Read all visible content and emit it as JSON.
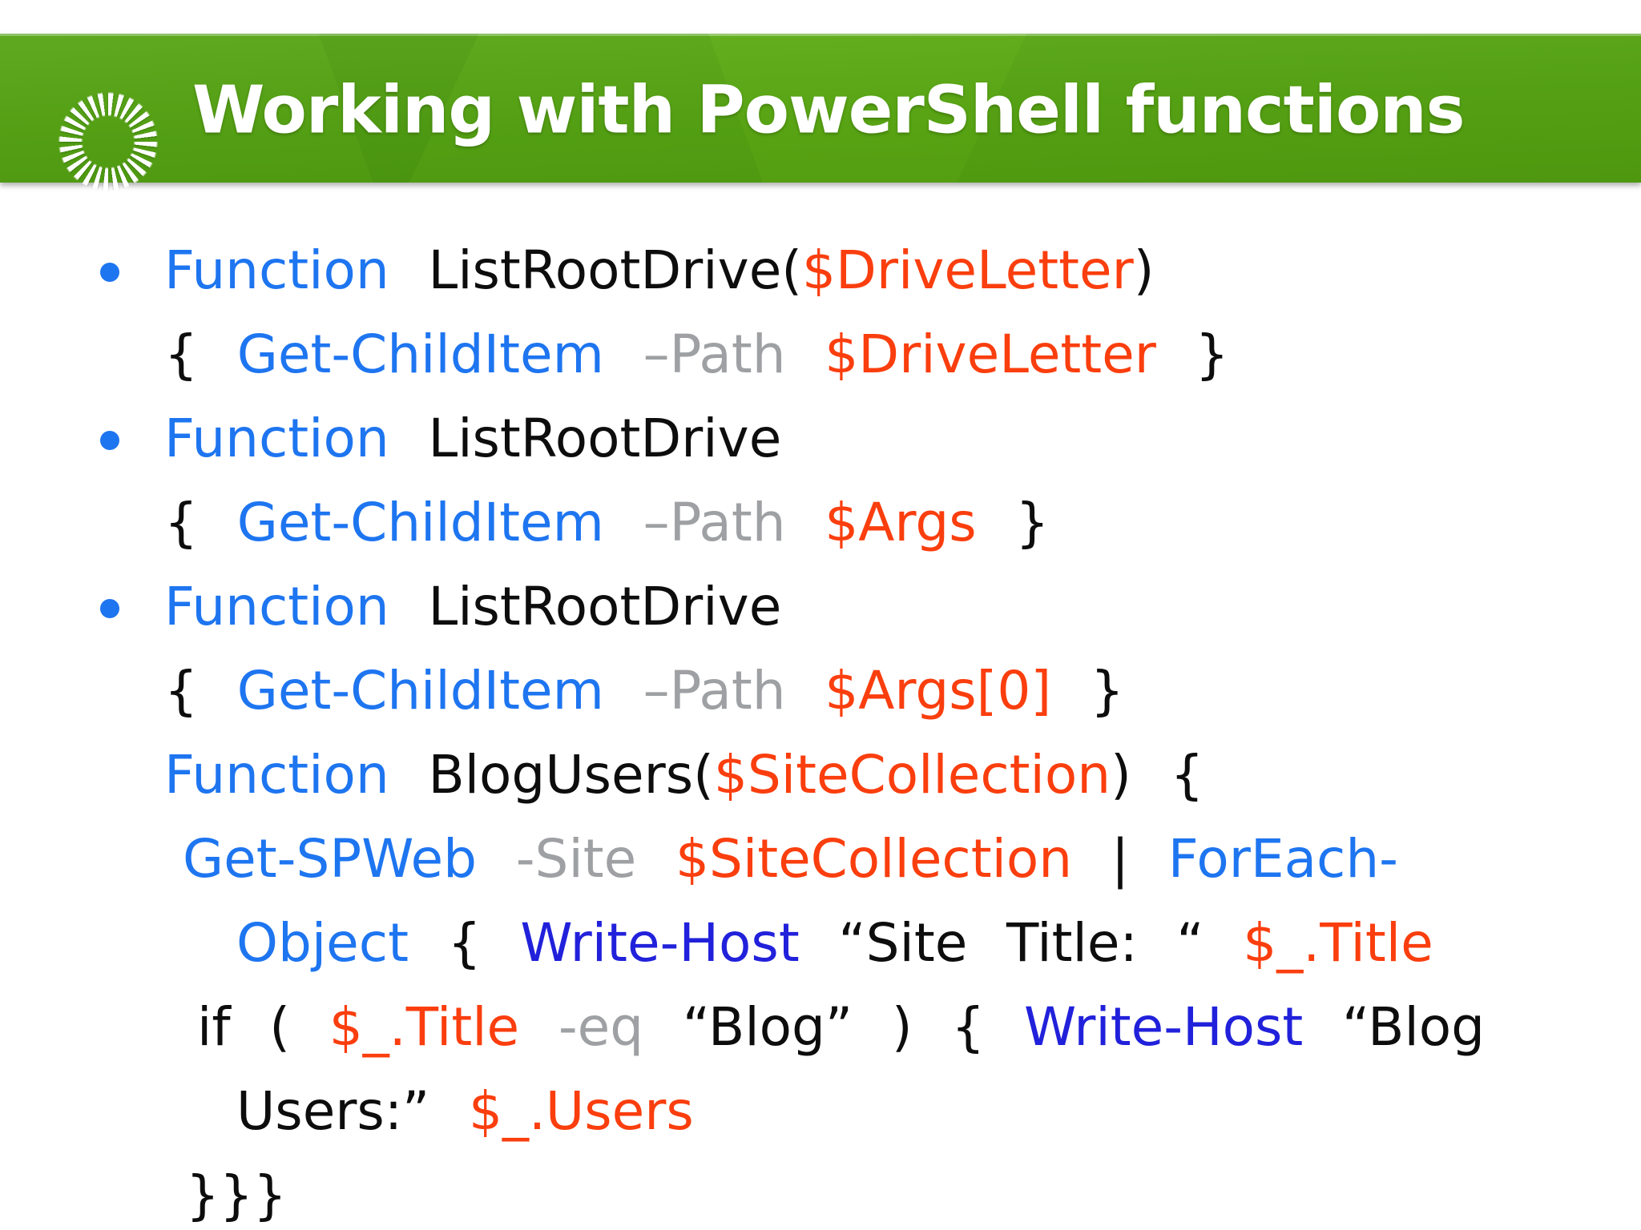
{
  "header": {
    "title": "Working with PowerShell functions",
    "logo_icon": "sunburst-icon",
    "bg_color": "#58a414"
  },
  "colors": {
    "keyword_blue": "#1e75f0",
    "plain_black": "#0d0d0d",
    "variable_orange": "#fa3e0e",
    "parameter_gray": "#9ea0a3",
    "cmdlet_blue": "#2121db",
    "header_green": "#58a414",
    "title_white": "#ffffff"
  },
  "code_lines": [
    {
      "bullet": true,
      "indent": "a",
      "segments": [
        {
          "text": "Function ",
          "style": "keyword"
        },
        {
          "text": "ListRootDrive(",
          "style": "plain"
        },
        {
          "text": "$DriveLetter",
          "style": "variable"
        },
        {
          "text": ")",
          "style": "plain"
        }
      ]
    },
    {
      "bullet": false,
      "indent": "a",
      "segments": [
        {
          "text": "{ ",
          "style": "plain"
        },
        {
          "text": "Get-ChildItem ",
          "style": "keyword"
        },
        {
          "text": "–Path ",
          "style": "param"
        },
        {
          "text": "$DriveLetter ",
          "style": "variable"
        },
        {
          "text": "}",
          "style": "plain"
        }
      ]
    },
    {
      "bullet": true,
      "indent": "a",
      "segments": [
        {
          "text": "Function ",
          "style": "keyword"
        },
        {
          "text": "ListRootDrive",
          "style": "plain"
        }
      ]
    },
    {
      "bullet": false,
      "indent": "a",
      "segments": [
        {
          "text": "{ ",
          "style": "plain"
        },
        {
          "text": "Get-ChildItem ",
          "style": "keyword"
        },
        {
          "text": "–Path ",
          "style": "param"
        },
        {
          "text": "$Args ",
          "style": "variable"
        },
        {
          "text": "}",
          "style": "plain"
        }
      ]
    },
    {
      "bullet": true,
      "indent": "a",
      "segments": [
        {
          "text": "Function ",
          "style": "keyword"
        },
        {
          "text": "ListRootDrive",
          "style": "plain"
        }
      ]
    },
    {
      "bullet": false,
      "indent": "a",
      "segments": [
        {
          "text": "{ ",
          "style": "plain"
        },
        {
          "text": "Get-ChildItem ",
          "style": "keyword"
        },
        {
          "text": "–Path ",
          "style": "param"
        },
        {
          "text": "$Args[0] ",
          "style": "variable"
        },
        {
          "text": "}",
          "style": "plain"
        }
      ]
    },
    {
      "bullet": false,
      "indent": "a",
      "segments": [
        {
          "text": "Function ",
          "style": "keyword"
        },
        {
          "text": "BlogUsers(",
          "style": "plain"
        },
        {
          "text": "$SiteCollection",
          "style": "variable"
        },
        {
          "text": ") {",
          "style": "plain"
        }
      ]
    },
    {
      "bullet": false,
      "indent": "b",
      "segments": [
        {
          "text": "Get-SPWeb ",
          "style": "keyword"
        },
        {
          "text": "-Site ",
          "style": "param"
        },
        {
          "text": "$SiteCollection ",
          "style": "variable"
        },
        {
          "text": "| ",
          "style": "plain"
        },
        {
          "text": "ForEach-",
          "style": "keyword"
        }
      ]
    },
    {
      "bullet": false,
      "indent": "d",
      "segments": [
        {
          "text": "Object ",
          "style": "keyword"
        },
        {
          "text": "{ ",
          "style": "plain"
        },
        {
          "text": "Write-Host ",
          "style": "cmdlet"
        },
        {
          "text": "“Site Title: “ ",
          "style": "plain"
        },
        {
          "text": "$_.Title",
          "style": "variable"
        }
      ]
    },
    {
      "bullet": false,
      "indent": "c",
      "segments": [
        {
          "text": "if ( ",
          "style": "plain"
        },
        {
          "text": "$_.Title ",
          "style": "variable"
        },
        {
          "text": "-eq ",
          "style": "param"
        },
        {
          "text": "“Blog” ) { ",
          "style": "plain"
        },
        {
          "text": "Write-Host ",
          "style": "cmdlet"
        },
        {
          "text": "“Blog",
          "style": "plain"
        }
      ]
    },
    {
      "bullet": false,
      "indent": "d",
      "segments": [
        {
          "text": "Users:” ",
          "style": "plain"
        },
        {
          "text": "$_.Users",
          "style": "variable"
        }
      ]
    },
    {
      "bullet": false,
      "indent": "e",
      "segments": [
        {
          "text": "}}}",
          "style": "plain"
        }
      ]
    }
  ]
}
